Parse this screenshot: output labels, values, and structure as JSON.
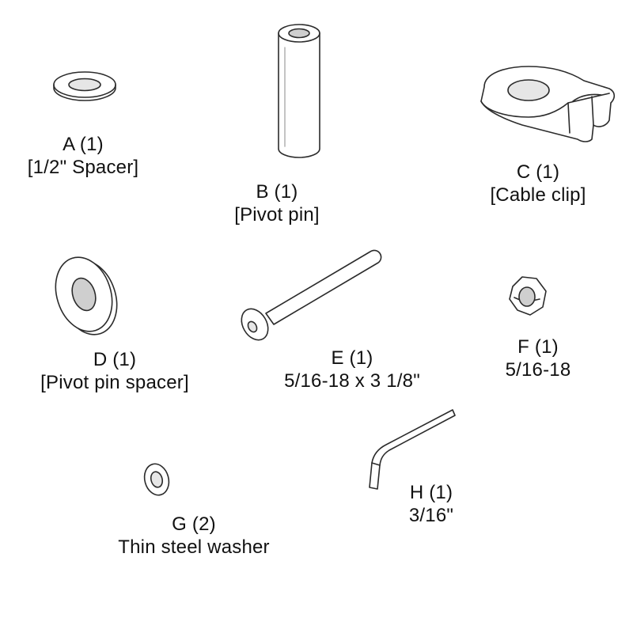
{
  "parts": [
    {
      "id": "A",
      "code": "A (1)",
      "desc": "[1/2\" Spacer]",
      "icon": "flat-spacer-icon"
    },
    {
      "id": "B",
      "code": "B (1)",
      "desc": "[Pivot pin]",
      "icon": "pivot-pin-icon"
    },
    {
      "id": "C",
      "code": "C (1)",
      "desc": "[Cable clip]",
      "icon": "cable-clip-icon"
    },
    {
      "id": "D",
      "code": "D (1)",
      "desc": "[Pivot pin spacer]",
      "icon": "pivot-pin-spacer-icon"
    },
    {
      "id": "E",
      "code": "E (1)",
      "desc": "5/16-18 x 3 1/8\"",
      "icon": "button-head-bolt-icon"
    },
    {
      "id": "F",
      "code": "F (1)",
      "desc": "5/16-18",
      "icon": "hex-nut-icon"
    },
    {
      "id": "G",
      "code": "G (2)",
      "desc": "Thin steel washer",
      "icon": "thin-washer-icon"
    },
    {
      "id": "H",
      "code": "H (1)",
      "desc": "3/16\"",
      "icon": "hex-key-icon"
    }
  ],
  "colors": {
    "line": "#2b2b2b",
    "fill": "#ffffff",
    "shade": "#cfcfcf",
    "text": "#111111"
  }
}
